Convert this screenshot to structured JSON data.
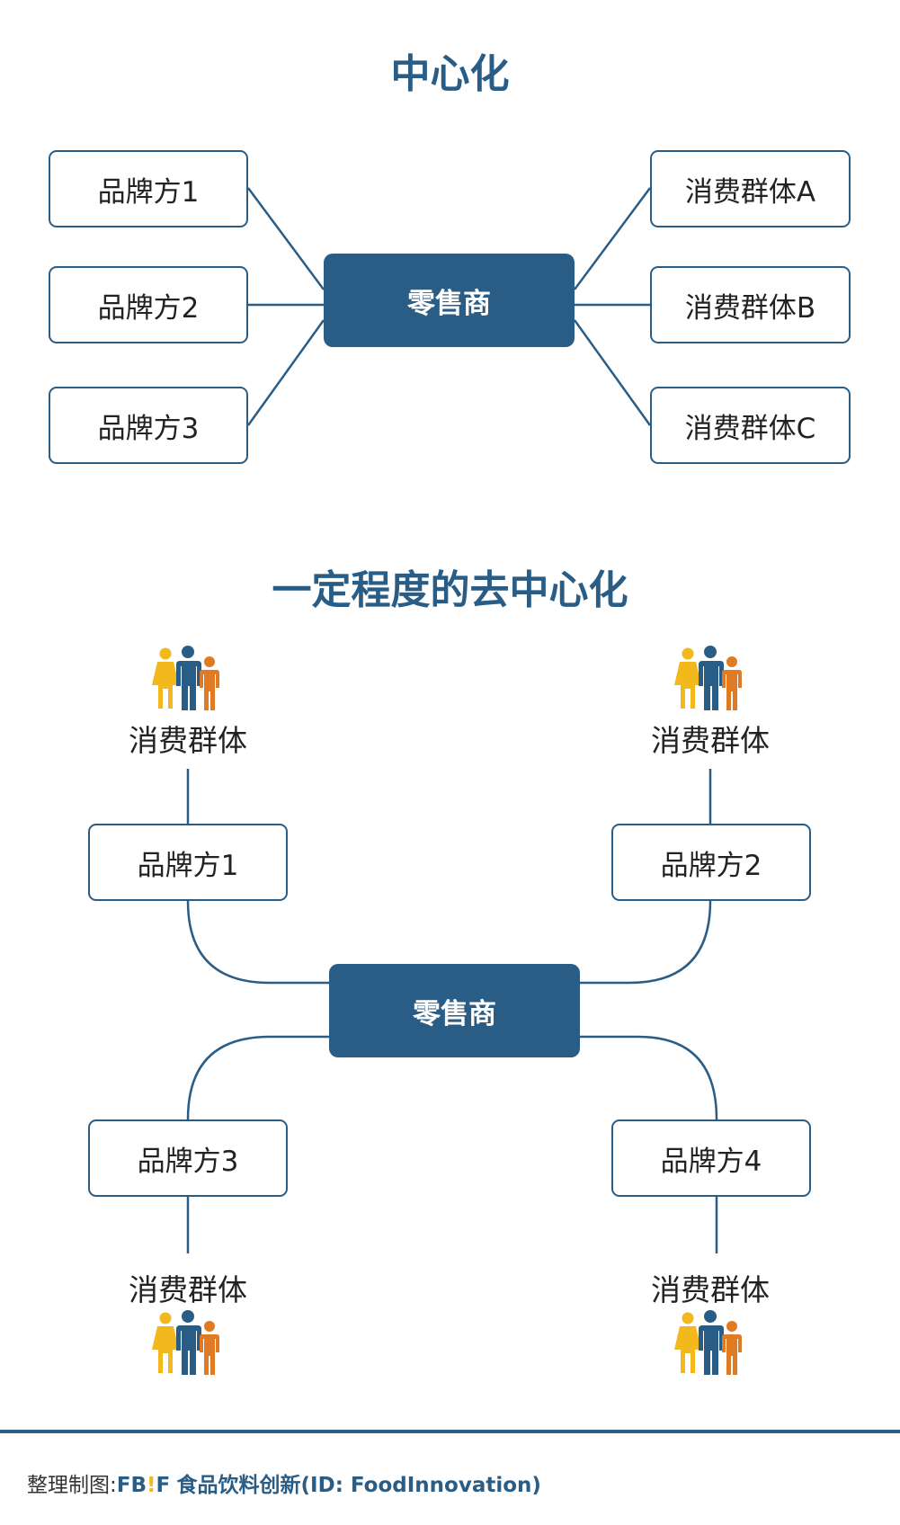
{
  "section1": {
    "title": "中心化",
    "center": "零售商",
    "brands": [
      "品牌方1",
      "品牌方2",
      "品牌方3"
    ],
    "consumers": [
      "消费群体A",
      "消费群体B",
      "消费群体C"
    ]
  },
  "section2": {
    "title": "一定程度的去中心化",
    "center": "零售商",
    "brands": [
      "品牌方1",
      "品牌方2",
      "品牌方3",
      "品牌方4"
    ],
    "consumer_label": "消费群体"
  },
  "footer": {
    "prefix": "整理制图:",
    "logo_f": "FB",
    "logo_bang": "!",
    "logo_f2": "F",
    "text": "食品饮料创新(ID: FoodInnovation)"
  },
  "colors": {
    "primary": "#2a5d86",
    "yellow": "#f2b81c",
    "blue": "#2a5d86",
    "orange": "#e07b24"
  }
}
